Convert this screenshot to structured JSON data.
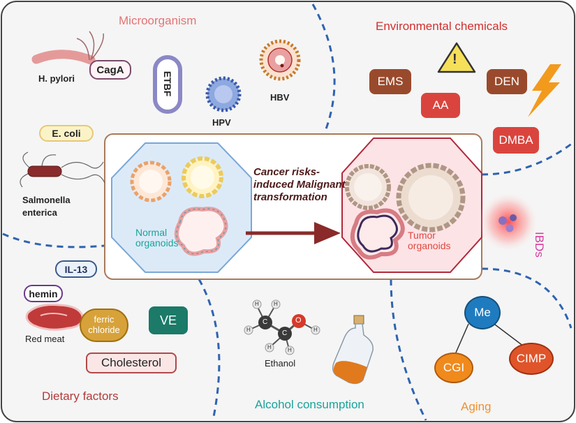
{
  "sections": {
    "microorganism": "Microorganism",
    "environmental": "Environmental chemicals",
    "ibds": "IBDs",
    "dietary": "Dietary factors",
    "alcohol": "Alcohol consumption",
    "aging": "Aging"
  },
  "microbes": {
    "h_pylori": "H. pylori",
    "caga": "CagA",
    "etbf": "ETBF",
    "hpv": "HPV",
    "hbv": "HBV",
    "e_coli": "E. coli",
    "salmonella": "Salmonella enterica"
  },
  "chemicals": {
    "ems": "EMS",
    "aa": "AA",
    "den": "DEN",
    "dmba": "DMBA",
    "warning": "!"
  },
  "diet": {
    "il13": "IL-13",
    "hemin": "hemin",
    "red_meat": "Red meat",
    "ferric_chloride": "ferric chloride",
    "ve": "VE",
    "cholesterol": "Cholesterol"
  },
  "alcohol": {
    "ethanol": "Ethanol",
    "atoms": {
      "h": "H",
      "c": "C",
      "o": "O"
    }
  },
  "aging": {
    "me": "Me",
    "cgi": "CGI",
    "cimp": "CIMP"
  },
  "center": {
    "transformation": "Cancer risks-induced Malignant transformation",
    "normal": "Normal organoids",
    "tumor": "Tumor organoids"
  },
  "colors": {
    "microorganism": "#e57373",
    "environmental": "#d32f2f",
    "ibds": "#d63ca0",
    "dietary": "#b23a3a",
    "alcohol": "#1aa39a",
    "aging": "#f09030",
    "chem_brown": "#9a4a2c",
    "chem_red": "#d9453e",
    "me_blue": "#1f7bbf",
    "cgi_orange": "#f08a1c",
    "cimp_red": "#e0542a",
    "ve_teal": "#1b7a68",
    "dashed_blue": "#2f63b0",
    "arrow_dark_red": "#8a2a2a"
  }
}
